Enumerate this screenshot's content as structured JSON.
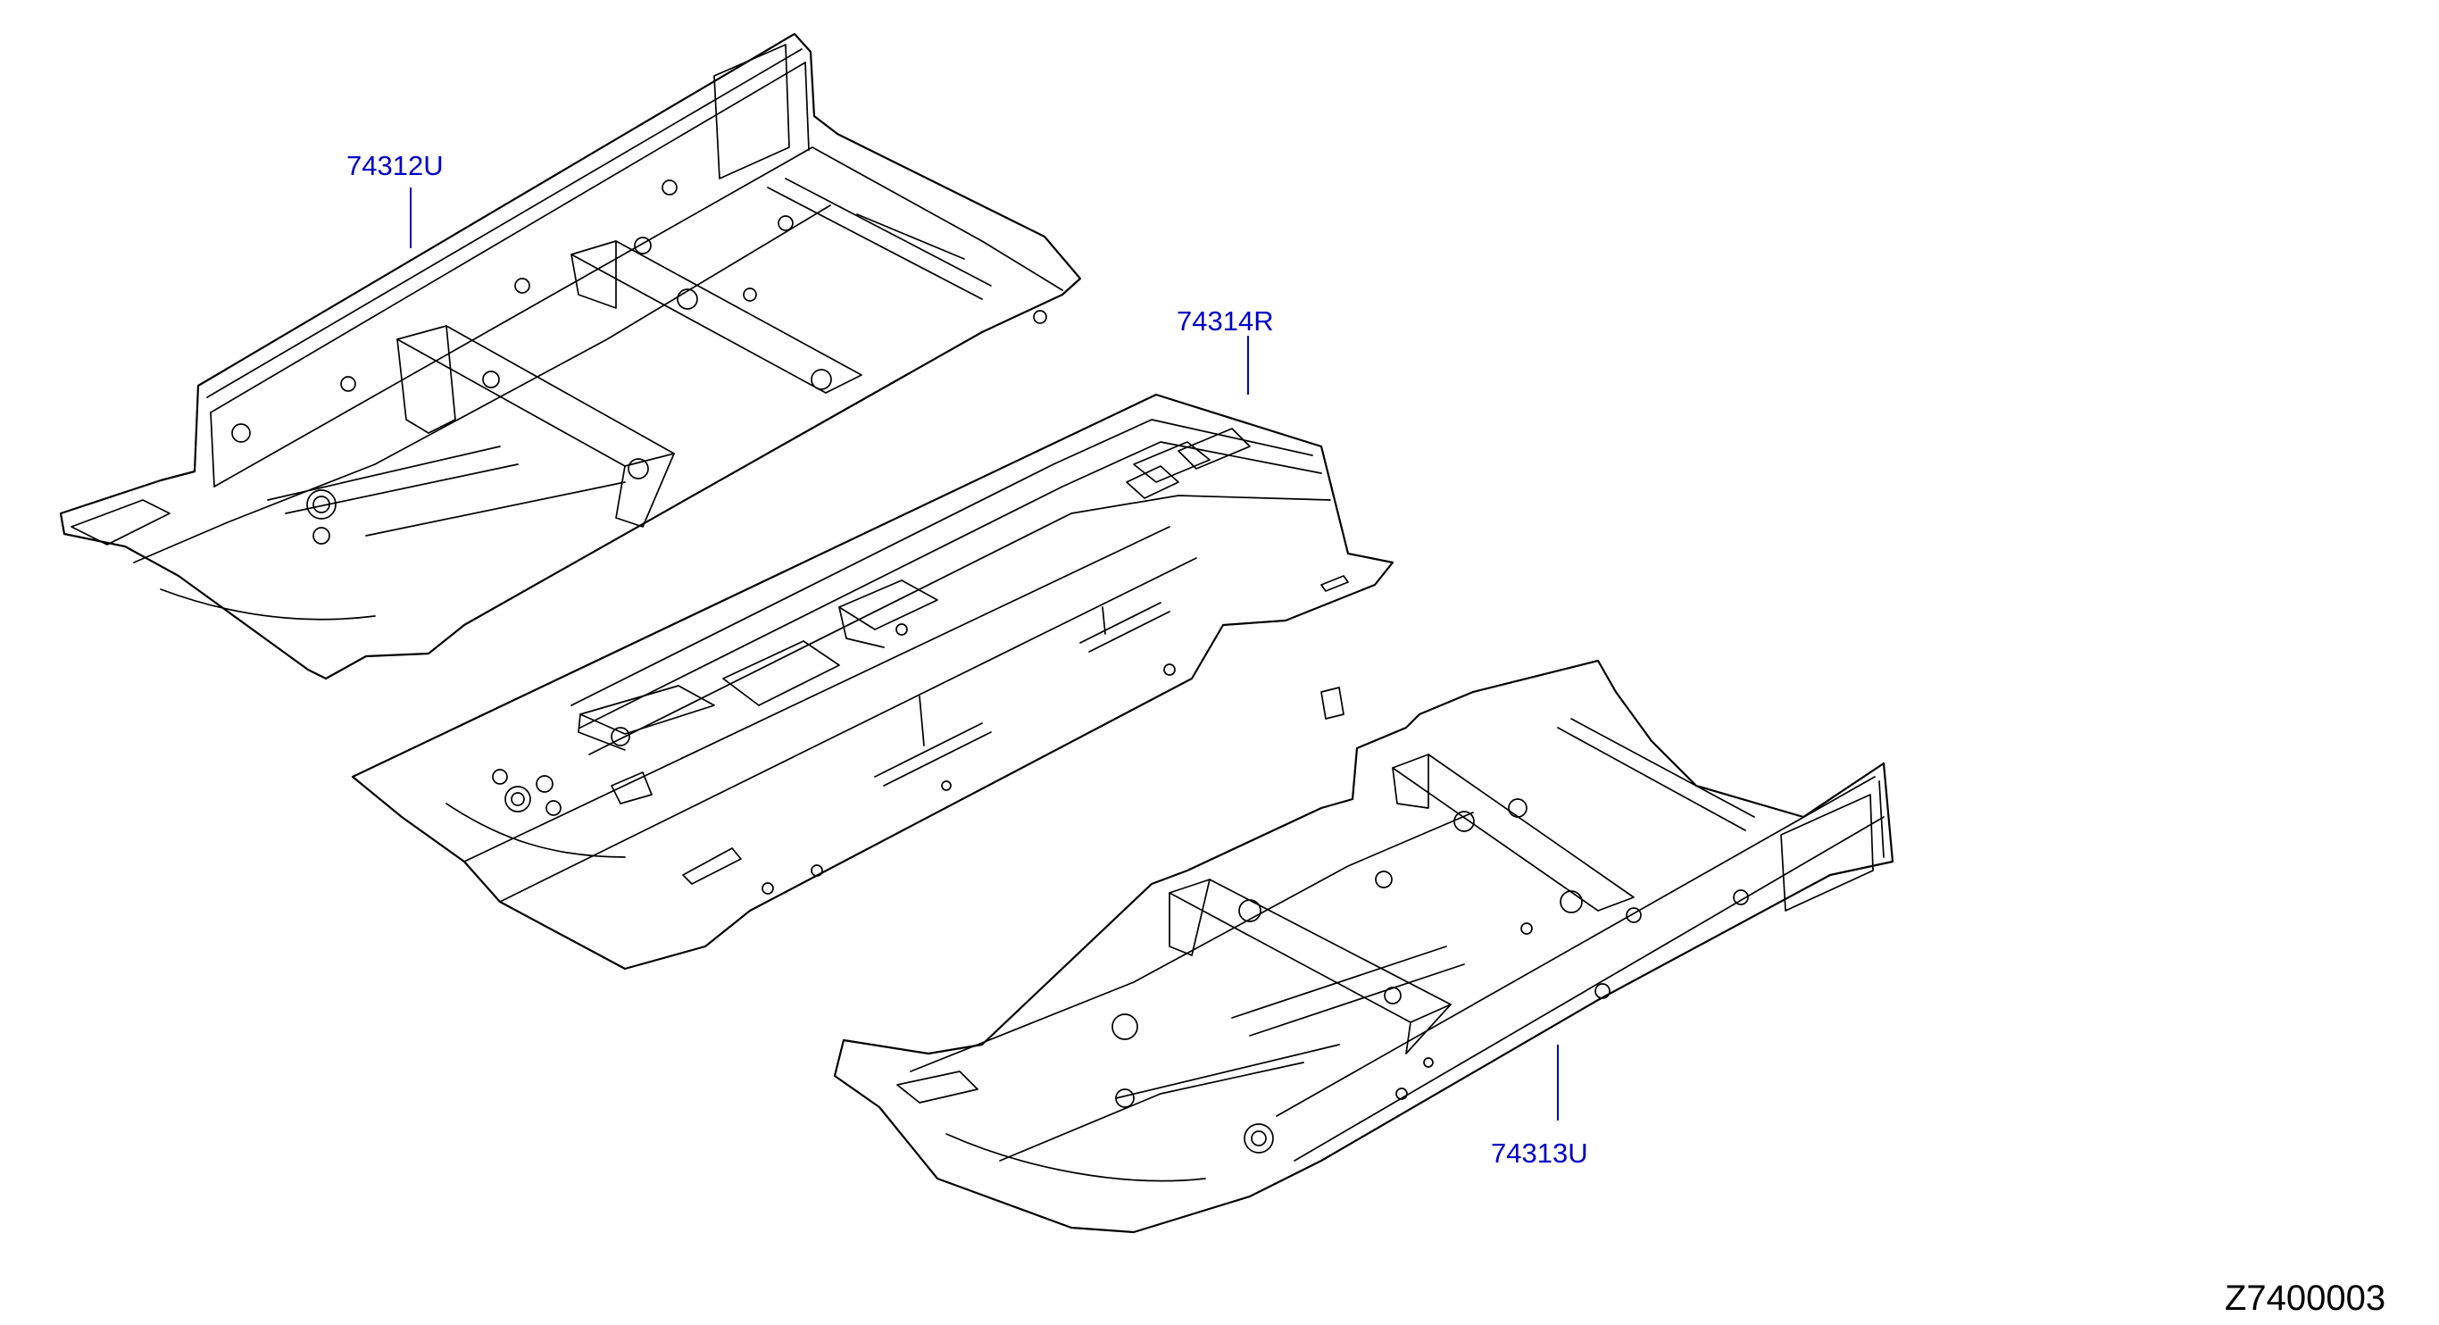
{
  "parts": [
    {
      "part_number": "74312U"
    },
    {
      "part_number": "74314R"
    },
    {
      "part_number": "74313U"
    }
  ],
  "diagram_id": "Z7400003",
  "colors": {
    "callout": "#0000c8",
    "line": "#000000",
    "background": "#ffffff"
  }
}
